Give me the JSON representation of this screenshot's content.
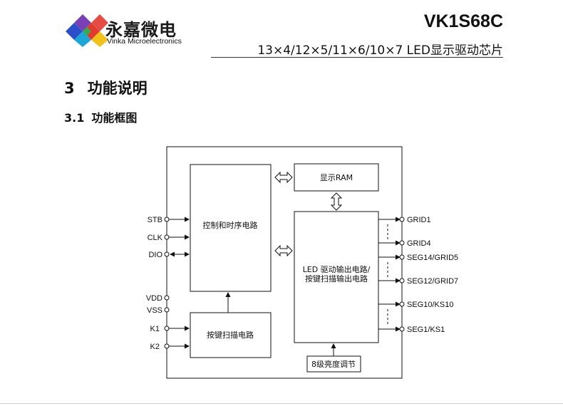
{
  "header": {
    "company_cn": "永嘉微电",
    "company_en": "Vinka Microelectronics",
    "model": "VK1S68C",
    "subtitle": "13×4/12×5/11×6/10×7  LED显示驱动芯片"
  },
  "section": {
    "number": "3",
    "title": "功能说明"
  },
  "subsection": {
    "number": "3.1",
    "title": "功能框图"
  },
  "diagram": {
    "blocks": {
      "control": "控制和时序电路",
      "ram": "显示RAM",
      "led_driver_line1": "LED 驱动输出电路/",
      "led_driver_line2": "按键扫描输出电路",
      "key_scan": "按键扫描电路",
      "brightness": "8级亮度调节"
    },
    "pins_left": [
      "STB",
      "CLK",
      "DIO",
      "VDD",
      "VSS",
      "K1",
      "K2"
    ],
    "pins_right": [
      "GRID1",
      "GRID4",
      "SEG14/GRID5",
      "SEG12/GRID7",
      "SEG10/KS10",
      "SEG1/KS1"
    ]
  },
  "colors": {
    "logo_blue": "#2b4fc8",
    "logo_purple": "#7a3fb5",
    "logo_cyan": "#1aa7d8",
    "logo_green": "#2fae4a",
    "logo_yellow": "#f2c21b",
    "logo_red": "#e23a2e"
  }
}
